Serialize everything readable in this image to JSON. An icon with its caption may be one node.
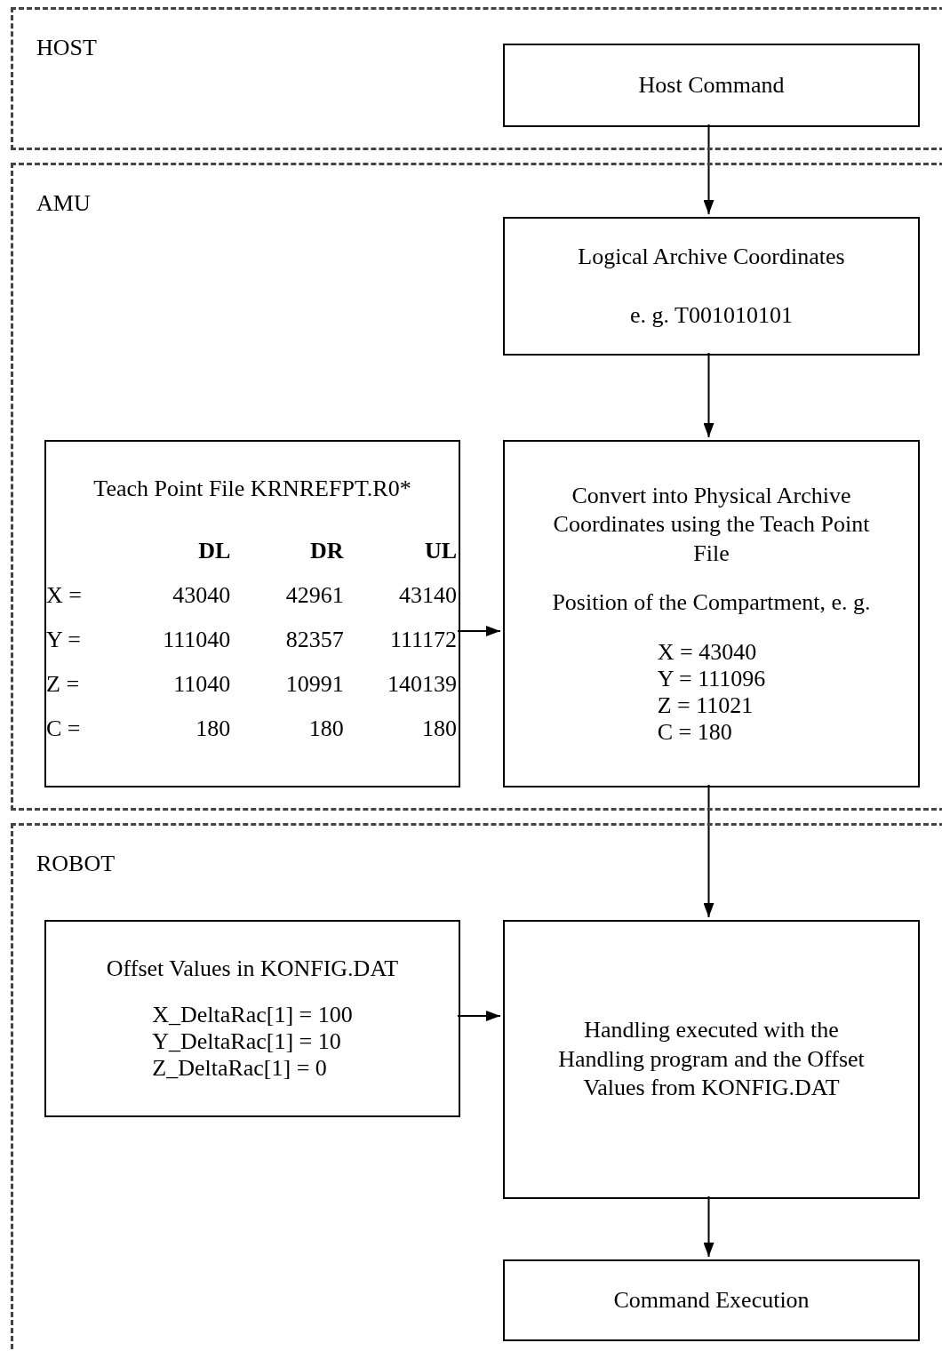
{
  "diagram": {
    "nodes": [
      {
        "text": [
          "HOST"
        ]
      },
      {
        "text": [
          "Host Command"
        ],
        "in": 0
      },
      {
        "text": [
          "AMU"
        ]
      },
      {
        "text": [
          "Logical Archive Coordinates",
          "e. g. T001010101"
        ],
        "in": 2
      },
      {
        "text": [
          "Teach Point File KRNREFPT.R0*",
          "DL",
          "DR",
          "UL",
          "X =",
          "43040",
          "42961",
          "43140",
          "Y =",
          "111040",
          "82357",
          "111172",
          "Z =",
          "11040",
          "10991",
          "140139",
          "C =",
          "180",
          "180",
          "180"
        ],
        "in": 2
      },
      {
        "text": [
          "Convert into Physical Archive Coordinates using the Teach Point File",
          "Position of the Compartment, e. g.",
          "X = 43040",
          "Y = 111096",
          "Z = 11021",
          "C = 180"
        ],
        "in": 2
      },
      {
        "text": [
          "ROBOT"
        ]
      },
      {
        "text": [
          "Offset Values in KONFIG.DAT",
          "X_DeltaRac[1] = 100",
          "Y_DeltaRac[1] = 10",
          "Z_DeltaRac[1] = 0"
        ],
        "in": 6
      },
      {
        "text": [
          "Handling executed with the Handling program and the Offset Values from KONFIG.DAT"
        ],
        "in": 6
      },
      {
        "text": [
          "Command Execution"
        ],
        "in": 6
      }
    ],
    "edges": [
      {
        "from": 1,
        "to": 3,
        "arrow": "to"
      },
      {
        "from": 3,
        "to": 5,
        "arrow": "to"
      },
      {
        "from": 4,
        "to": 5,
        "arrow": "to"
      },
      {
        "from": 5,
        "to": 8,
        "arrow": "to"
      },
      {
        "from": 7,
        "to": 8,
        "arrow": "to"
      },
      {
        "from": 8,
        "to": 9,
        "arrow": "to"
      }
    ]
  }
}
